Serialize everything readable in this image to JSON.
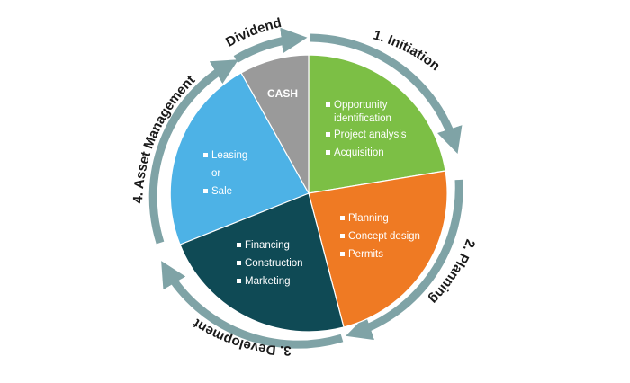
{
  "colors": {
    "arrow": "#7fa3a6",
    "arrow_edge": "#5d8588",
    "initiation": "#7cbf45",
    "planning": "#ef7a23",
    "development": "#0f4a55",
    "asset_management": "#4db2e6",
    "cash": "#9a9a9a"
  },
  "phases": {
    "dividend": "Dividend",
    "initiation": "1. Initiation",
    "planning": "2. Planning",
    "development": "3. Development",
    "asset_management": "4. Asset Management"
  },
  "cash_label": "CASH",
  "initiation_items": [
    "Opportunity",
    "identification",
    "Project analysis",
    "Acquisition"
  ],
  "planning_items": [
    "Planning",
    "Concept design",
    "Permits"
  ],
  "development_items": [
    "Financing",
    "Construction",
    "Marketing"
  ],
  "asset_items": [
    "Leasing",
    "or",
    "Sale"
  ]
}
